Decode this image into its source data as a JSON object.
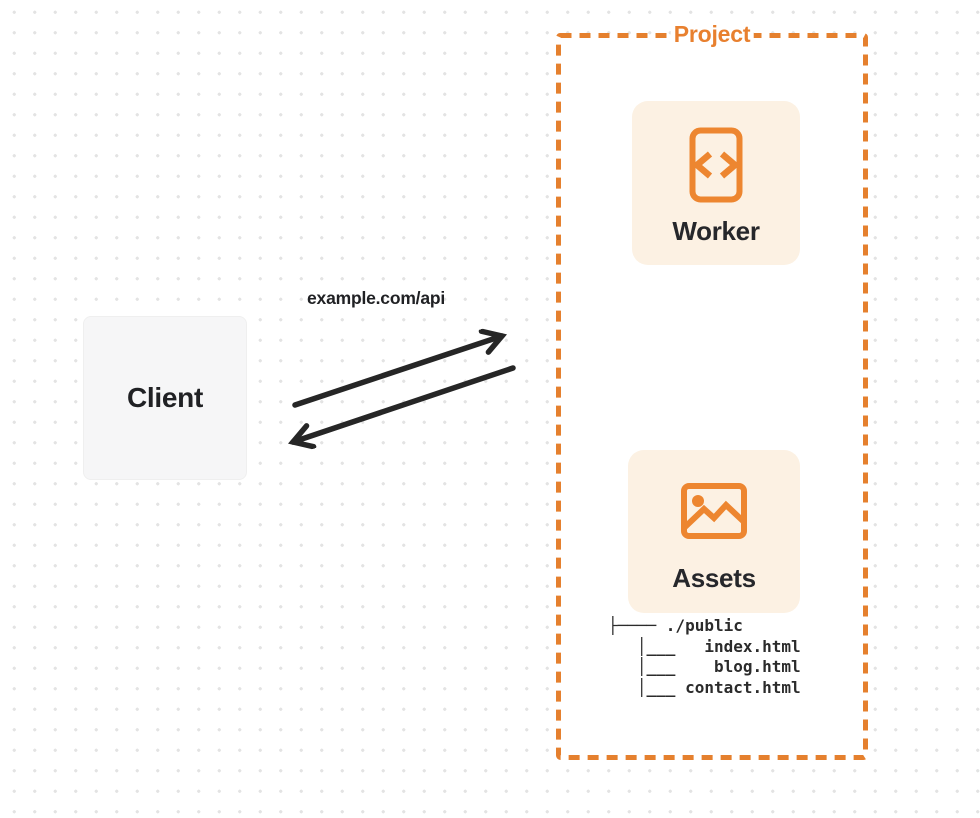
{
  "diagram": {
    "client": {
      "label": "Client"
    },
    "request": {
      "url": "example.com/api"
    },
    "arrows": [
      {
        "name": "request-arrow",
        "from": "client",
        "to": "project",
        "direction": "up-right"
      },
      {
        "name": "response-arrow",
        "from": "project",
        "to": "client",
        "direction": "down-left"
      }
    ],
    "project": {
      "label": "Project",
      "worker": {
        "label": "Worker",
        "icon": "code-icon"
      },
      "assets": {
        "label": "Assets",
        "icon": "image-icon"
      },
      "file_tree": {
        "root": "./public",
        "files": [
          "index.html",
          "blog.html",
          "contact.html"
        ],
        "ascii": "├──── ./public\n   │___   index.html\n   │___    blog.html\n   │___ contact.html"
      }
    },
    "colors": {
      "accent": "#E8822E",
      "card_bg": "#FCF1E3",
      "client_bg": "#F6F6F7",
      "ink": "#202124",
      "arrow": "#262626",
      "dot_grid": "#E3E3E3"
    }
  }
}
